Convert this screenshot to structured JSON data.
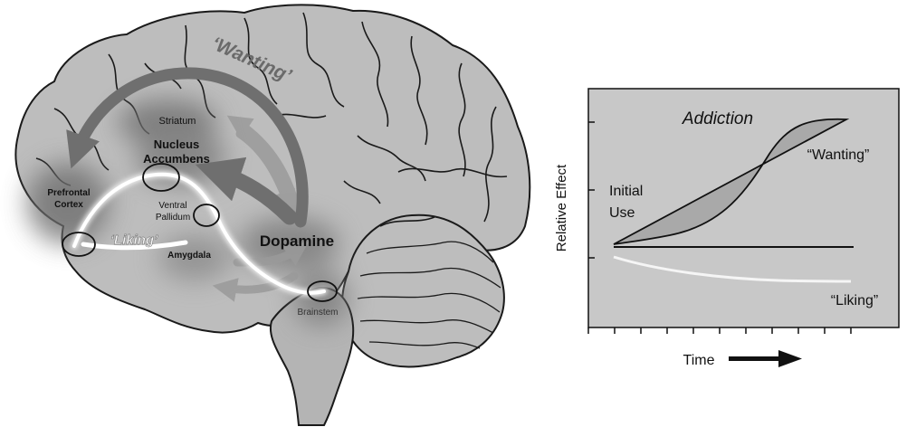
{
  "brain": {
    "wanting": "‘Wanting’",
    "liking": "‘Liking’",
    "striatum": "Striatum",
    "nucleus_line1": "Nucleus",
    "nucleus_line2": "Accumbens",
    "prefrontal_line1": "Prefrontal",
    "prefrontal_line2": "Cortex",
    "ventral_line1": "Ventral",
    "ventral_line2": "Pallidum",
    "amygdala": "Amygdala",
    "dopamine": "Dopamine",
    "brainstem": "Brainstem"
  },
  "graph": {
    "title": "Addiction",
    "ylabel": "Relative Effect",
    "xlabel": "Time",
    "initial_line1": "Initial",
    "initial_line2": "Use",
    "wanting_label": "“Wanting”",
    "liking_label": "“Liking”"
  },
  "colors": {
    "brain_fill": "#bdbdbd",
    "plot_fill": "#c8c8c8",
    "wanting_arrow": "#7a7a7a",
    "liking_arrow": "#f2f2f2"
  }
}
